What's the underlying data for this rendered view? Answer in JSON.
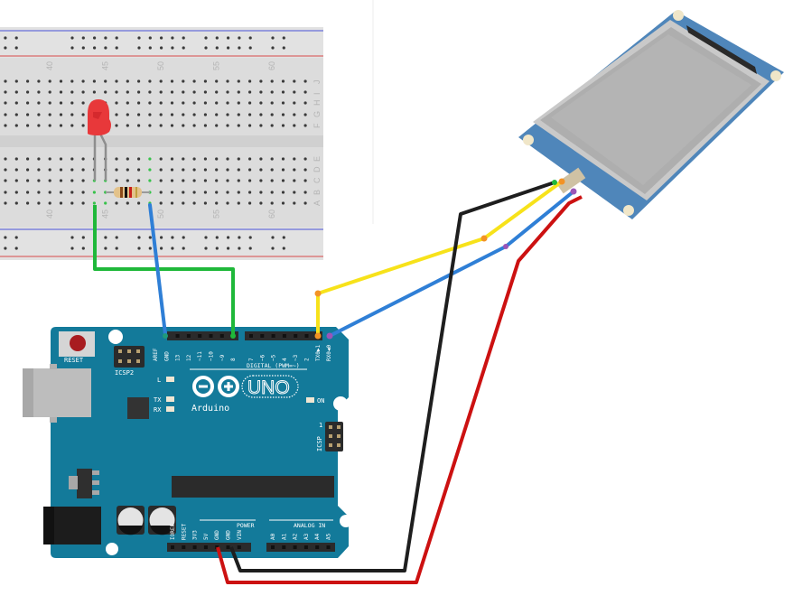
{
  "diagram": {
    "title": "Arduino UNO with LED, resistor and Nextion touch display",
    "breadboard": {
      "column_numbers": [
        "40",
        "45",
        "50",
        "55",
        "60"
      ],
      "row_letters_top": [
        "J",
        "I",
        "H",
        "G",
        "F"
      ],
      "row_letters_bottom": [
        "E",
        "D",
        "C",
        "B",
        "A"
      ]
    },
    "arduino": {
      "brand": "Arduino",
      "model": "UNO",
      "reset_label": "RESET",
      "icsp2_label": "ICSP2",
      "icsp_label": "ICSP",
      "icsp_pin1": "1",
      "led_l": "L",
      "led_tx": "TX",
      "led_rx": "RX",
      "led_on": "ON",
      "digital_label": "DIGITAL (PWM=~)",
      "power_label": "POWER",
      "analog_label": "ANALOG IN",
      "digital_pins": [
        "AREF",
        "GND",
        "13",
        "12",
        "~11",
        "~10",
        "~9",
        "8",
        "7",
        "~6",
        "~5",
        "4",
        "~3",
        "2",
        "TX0▶1",
        "RX0◀0"
      ],
      "power_pins": [
        "IOREF",
        "RESET",
        "3V3",
        "5V",
        "GND",
        "GND",
        "VIN"
      ],
      "analog_pins": [
        "A0",
        "A1",
        "A2",
        "A3",
        "A4",
        "A5"
      ]
    },
    "wires": [
      {
        "name": "wire-green-gnd",
        "color": "#1fb83a",
        "from": "breadboard LED cathode",
        "to": "Arduino pin 8"
      },
      {
        "name": "wire-blue-resistor",
        "color": "#2f7fd6",
        "from": "breadboard resistor",
        "to": "Arduino GND"
      },
      {
        "name": "wire-yellow-tx",
        "color": "#f7e21a",
        "from": "Arduino TX0 1",
        "to": "Display RX"
      },
      {
        "name": "wire-blue-rx",
        "color": "#2f7fd6",
        "from": "Arduino RX0 0",
        "to": "Display TX"
      },
      {
        "name": "wire-black-gnd",
        "color": "#1e1e1e",
        "from": "Arduino GND",
        "to": "Display GND"
      },
      {
        "name": "wire-red-5v",
        "color": "#cc1111",
        "from": "Arduino 5V",
        "to": "Display 5V"
      }
    ],
    "colors": {
      "board": "#137a9a",
      "breadboard": "#dcdcdc",
      "led": "#e8383a"
    }
  }
}
